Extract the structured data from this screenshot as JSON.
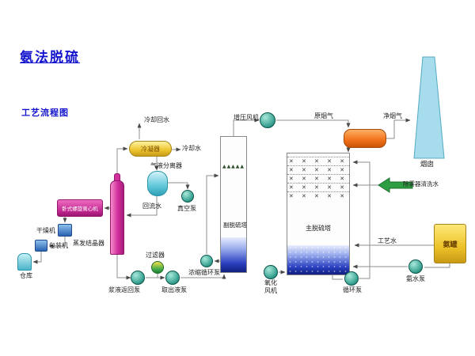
{
  "title": "氨法脱硫",
  "subtitle": "工艺流程图",
  "colors": {
    "title_blue": "#1313cd",
    "magenta": "#d12f9b",
    "yellow": "#ecc52e",
    "cyan": "#8fd6e6",
    "orange": "#f07018",
    "green_arrow": "#2f9e42",
    "pump_teal": "#3aa393",
    "liquid_blue": "#2b3fc0"
  },
  "equipment": {
    "condenser": "冷凝器",
    "gas_liquid_separator": "气液分离器",
    "centrifuge": "卧式螺旋离心机",
    "dryer": "干燥机",
    "packing_machine": "包装机",
    "warehouse": "仓库",
    "evaporation_crystallizer": "蒸发结晶器",
    "filter": "过滤器",
    "aux_tower": "副脱硫塔",
    "main_tower": "主脱硫塔",
    "chimney": "烟囱",
    "ammonia_tank": "氨罐"
  },
  "pumps": {
    "vacuum_pump": "真空泵",
    "slurry_return_pump": "浆液返回泵",
    "extraction_pump": "取出液泵",
    "concentration_circulation_pump": "浓缩循环泵",
    "oxidation_fan": "氧化风机",
    "circulation_pump": "循环泵",
    "booster_fan": "增压风机",
    "ammonia_pump": "氨水泵"
  },
  "streams": {
    "cooling_return_water": "冷却回水",
    "cooling_water": "冷却水",
    "reflux_water": "回流水",
    "raw_flue_gas": "原烟气",
    "clean_flue_gas": "净烟气",
    "demister_wash_water": "除雾器清洗水",
    "process_water": "工艺水"
  }
}
